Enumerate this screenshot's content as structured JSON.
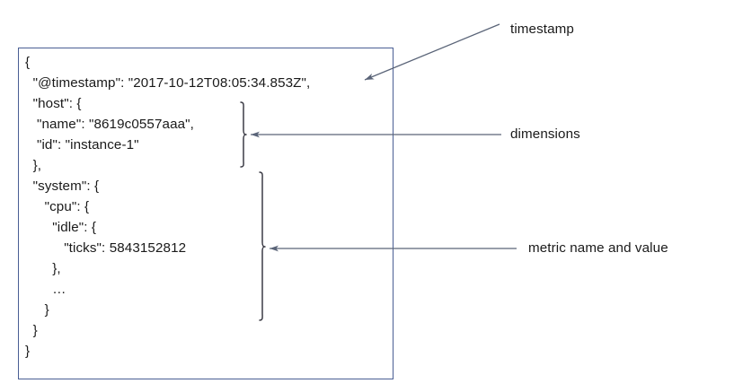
{
  "figure": {
    "type": "annotated-json-document-diagram",
    "background_color": "#ffffff",
    "box_border_color": "#4a5e94",
    "text_color": "#1a1a1a",
    "arrow_color": "#5a6478"
  },
  "json_document": {
    "lines": [
      "{",
      "  \"@timestamp\": \"2017-10-12T08:05:34.853Z\",",
      "  \"host\": {",
      "   \"name\": \"8619c0557aaa\",",
      "   \"id\": \"instance-1\"",
      "  },",
      "  \"system\": {",
      "     \"cpu\": {",
      "       \"idle\": {",
      "          \"ticks\": 5843152812",
      "       },",
      "       …",
      "     }",
      "  }",
      "}"
    ],
    "text": "{\n  \"@timestamp\": \"2017-10-12T08:05:34.853Z\",\n  \"host\": {\n   \"name\": \"8619c0557aaa\",\n   \"id\": \"instance-1\"\n  },\n  \"system\": {\n     \"cpu\": {\n       \"idle\": {\n          \"ticks\": 5843152812\n       },\n       …\n     }\n  }\n}",
    "fields": {
      "timestamp_key": "@timestamp",
      "timestamp_value": "2017-10-12T08:05:34.853Z",
      "host_name_key": "name",
      "host_name_value": "8619c0557aaa",
      "host_id_key": "id",
      "host_id_value": "instance-1",
      "metric_path": "system.cpu.idle.ticks",
      "metric_value": "5843152812"
    }
  },
  "annotations": [
    {
      "id": "timestamp",
      "label": "timestamp",
      "arrow": "diagonal-left-down"
    },
    {
      "id": "dimensions",
      "label": "dimensions",
      "arrow": "horizontal-left"
    },
    {
      "id": "metric",
      "label": "metric name and value",
      "arrow": "horizontal-left"
    }
  ]
}
